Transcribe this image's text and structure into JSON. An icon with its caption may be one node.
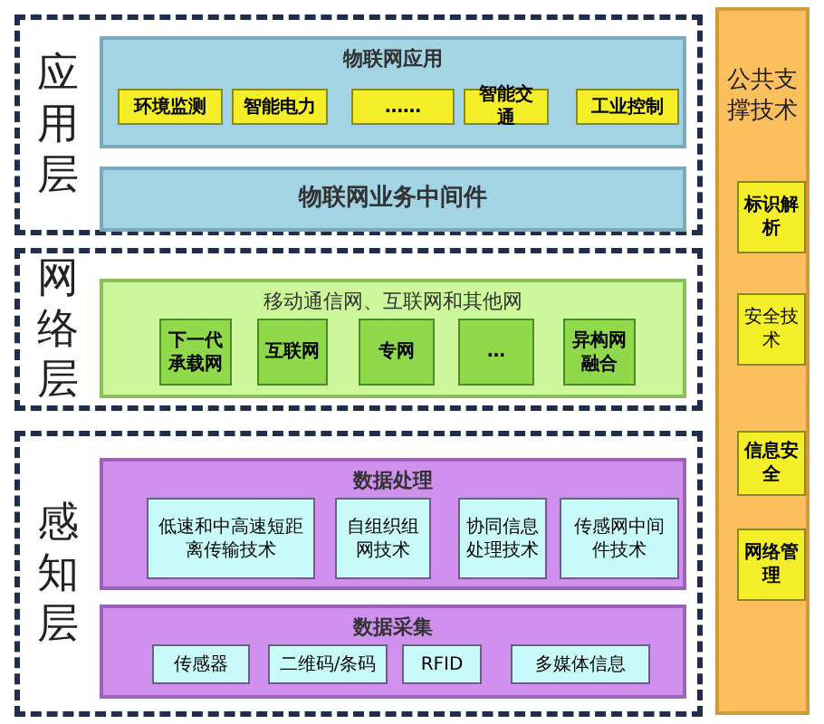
{
  "diagram": {
    "nodes": [
      {
        "text": [
          "应用层"
        ]
      },
      {
        "text": [
          "物联网应用"
        ],
        "in": 0
      },
      {
        "text": [
          "环境监测"
        ],
        "in": 1
      },
      {
        "text": [
          "智能电力"
        ],
        "in": 1
      },
      {
        "text": [
          "……"
        ],
        "in": 1
      },
      {
        "text": [
          "智能交通"
        ],
        "in": 1
      },
      {
        "text": [
          "工业控制"
        ],
        "in": 1
      },
      {
        "text": [
          "物联网业务中间件"
        ],
        "in": 0
      },
      {
        "text": [
          "网络层"
        ]
      },
      {
        "text": [
          "移动通信网、互联网和其他网"
        ],
        "in": 8
      },
      {
        "text": [
          "下一代承载网"
        ],
        "in": 9
      },
      {
        "text": [
          "互联网"
        ],
        "in": 9
      },
      {
        "text": [
          "专网"
        ],
        "in": 9
      },
      {
        "text": [
          "…"
        ],
        "in": 9
      },
      {
        "text": [
          "异构网融合"
        ],
        "in": 9
      },
      {
        "text": [
          "感知层"
        ]
      },
      {
        "text": [
          "数据处理"
        ],
        "in": 15
      },
      {
        "text": [
          "低速和中高速短距离传输技术"
        ],
        "in": 16
      },
      {
        "text": [
          "自组织组网技术"
        ],
        "in": 16
      },
      {
        "text": [
          "协同信息处理技术"
        ],
        "in": 16
      },
      {
        "text": [
          "传感网中间件技术"
        ],
        "in": 16
      },
      {
        "text": [
          "数据采集"
        ],
        "in": 15
      },
      {
        "text": [
          "传感器"
        ],
        "in": 21
      },
      {
        "text": [
          "二维码/条码"
        ],
        "in": 21
      },
      {
        "text": [
          "RFID"
        ],
        "in": 21
      },
      {
        "text": [
          "多媒体信息"
        ],
        "in": 21
      },
      {
        "text": [
          "公共支撑技术"
        ]
      },
      {
        "text": [
          "标识解析"
        ],
        "in": 26
      },
      {
        "text": [
          "安全技术"
        ],
        "in": 26
      },
      {
        "text": [
          "信息安全"
        ],
        "in": 26
      },
      {
        "text": [
          "网络管理"
        ],
        "in": 26
      }
    ]
  }
}
